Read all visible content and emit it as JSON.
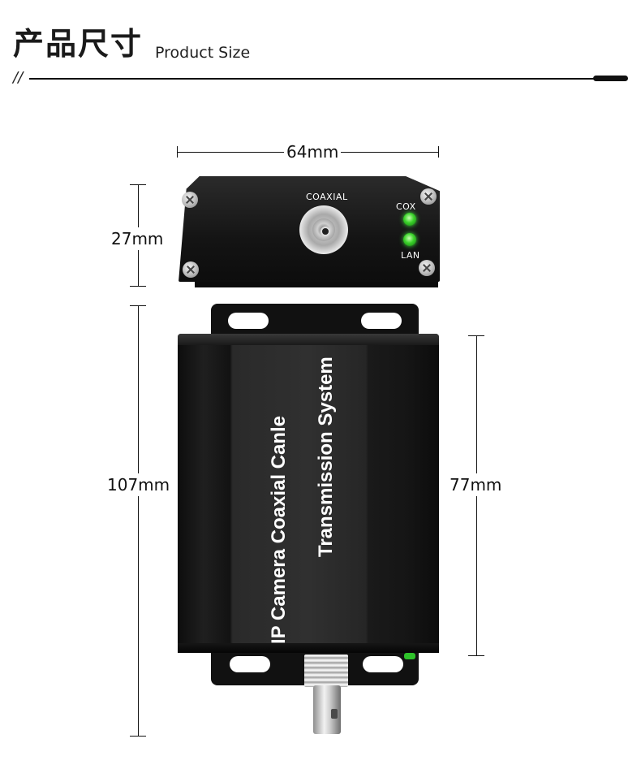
{
  "header": {
    "title_cn": "产品尺寸",
    "title_en": "Product Size",
    "decor": "//"
  },
  "dimensions": {
    "width": "64mm",
    "height_front": "27mm",
    "length_total": "107mm",
    "length_body": "77mm"
  },
  "front_panel": {
    "port_label": "COAXIAL",
    "led_top_label": "COX",
    "led_bottom_label": "LAN",
    "led_color": "#3bd12a"
  },
  "device_body": {
    "line1": "IP Camera Coaxial Canle",
    "line2": "Transmission System",
    "body_color": "#1a1a1a"
  }
}
